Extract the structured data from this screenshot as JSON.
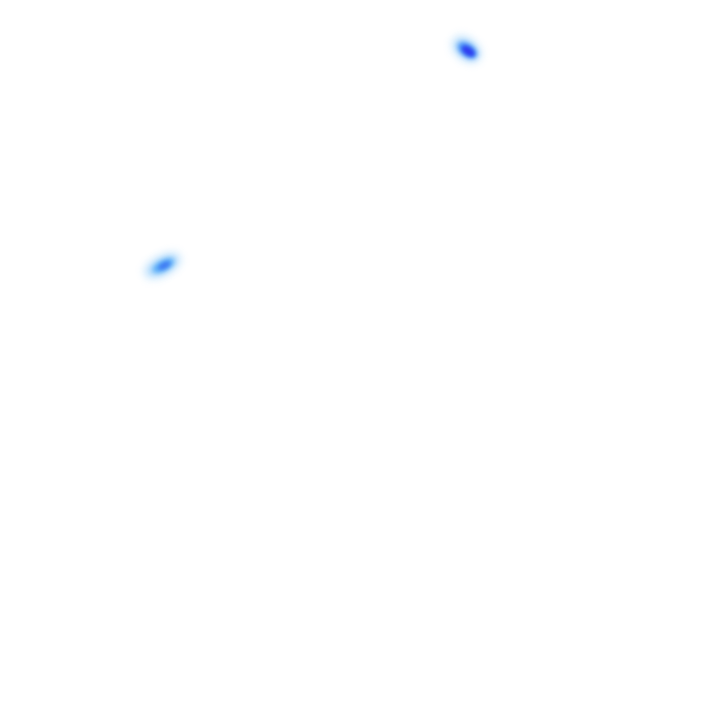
{
  "colors": {
    "background": "#ffffff",
    "core": "#2f3cf0",
    "mid": "#3d8cf5",
    "halo": "#a6d6fb"
  },
  "blobs": [
    {
      "name": "upper-right-blob",
      "intensity": "high"
    },
    {
      "name": "left-blob",
      "intensity": "medium"
    }
  ]
}
